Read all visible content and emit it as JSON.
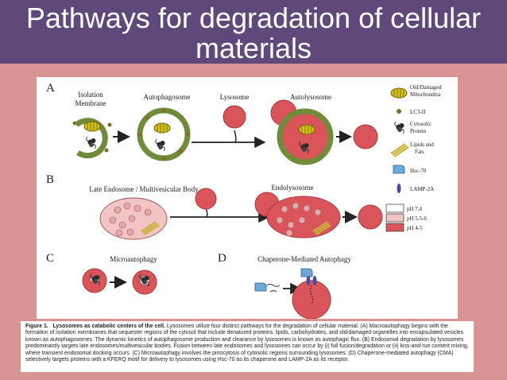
{
  "header": {
    "title": "Pathways for degradation of cellular materials"
  },
  "panels": {
    "a": {
      "letter": "A",
      "isolation": "Isolation",
      "membrane": "Membrane",
      "autophagosome": "Autophagosome",
      "lysosome": "Lysosome",
      "autolysosome": "Autolysosome"
    },
    "b": {
      "letter": "B",
      "late_endosome": "Late Endosome / Multivesicular Body",
      "endolysosome": "Endolysosome"
    },
    "c": {
      "letter": "C",
      "microautophagy": "Microautophagy"
    },
    "d": {
      "letter": "D",
      "cma": "Chaperone-Mediated Autophagy"
    }
  },
  "legend": {
    "old_mito_1": "Old/Damaged",
    "old_mito_2": "Mitochondria",
    "lc3": "LC3-II",
    "cyto_1": "Cytosolic",
    "cyto_2": "Protein",
    "lipids_1": "Lipids and",
    "lipids_2": "Fats",
    "hsc70": "Hsc-70",
    "lamp2a": "LAMP-2A",
    "ph1": "pH 7.4",
    "ph2": "pH 5.5-6",
    "ph3": "pH 4-5"
  },
  "colors": {
    "title_bar": "#5f497a",
    "slide_bg": "#d99594",
    "lysosome": "#d9555a",
    "membrane": "#6e8c3a",
    "mito": "#d6c21c",
    "endosome": "#f2c4c4",
    "vesicle": "#e2a8ae"
  },
  "caption": {
    "fig_label": "Figure 1.",
    "fig_title": "Lysosomes as catabolic centers of the cell.",
    "body": "Lysosomes utilize four distinct pathways for the degradation of cellular material. (A) Macroautophagy begins with the formation of isolation membranes that sequester regions of the cytosol that include denatured proteins, lipids, carbohydrates, and old/damaged organelles into encapsulated vesicles known as autophagosomes. The dynamic kinetics of autophagosome production and clearance by lysosomes is known as autophagic flux. (B) Endosomal degradation by lysosomes predominantly targets late endosomes/multivesicular bodies. Fusion between late endosomes and lysosomes can occur by (i) full fusion/degradation or (ii) kiss-and-run content mixing, where transient endosomal docking occurs. (C) Microautophagy involves the pinocytosis of cytosolic regions surrounding lysosomes. (D) Chaperone-mediated autophagy (CMA) selectively targets proteins with a KFERQ motif for delivery to lysosomes using Hsc-70 as its chaperone and LAMP-2A as its receptor."
  }
}
